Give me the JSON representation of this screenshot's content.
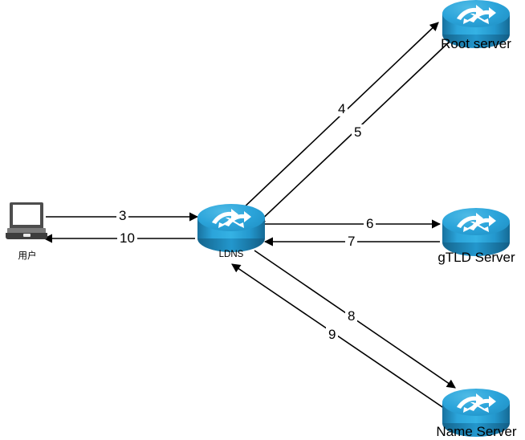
{
  "diagram": {
    "title": "DNS iterative resolution flow",
    "background_color": "#ffffff",
    "router_color": "#2ba4da",
    "line_color": "#000000",
    "text_color": "#000000"
  },
  "nodes": [
    {
      "id": "user",
      "label": "用户",
      "icon": "laptop-icon",
      "label_style": "small"
    },
    {
      "id": "ldns",
      "label": "LDNS",
      "icon": "router-icon",
      "label_style": "small"
    },
    {
      "id": "root",
      "label": "Root server",
      "icon": "router-icon",
      "label_style": "big"
    },
    {
      "id": "gtld",
      "label": "gTLD Server",
      "icon": "router-icon",
      "label_style": "big"
    },
    {
      "id": "nameserver",
      "label": "Name Server",
      "icon": "router-icon",
      "label_style": "big"
    }
  ],
  "edges": [
    {
      "id": "e3",
      "label": "3",
      "from": "user",
      "to": "ldns",
      "direction": "forward"
    },
    {
      "id": "e10",
      "label": "10",
      "from": "ldns",
      "to": "user",
      "direction": "forward"
    },
    {
      "id": "e4",
      "label": "4",
      "from": "ldns",
      "to": "root",
      "direction": "forward"
    },
    {
      "id": "e5",
      "label": "5",
      "from": "root",
      "to": "ldns",
      "direction": "forward"
    },
    {
      "id": "e6",
      "label": "6",
      "from": "ldns",
      "to": "gtld",
      "direction": "forward"
    },
    {
      "id": "e7",
      "label": "7",
      "from": "gtld",
      "to": "ldns",
      "direction": "forward"
    },
    {
      "id": "e8",
      "label": "8",
      "from": "ldns",
      "to": "nameserver",
      "direction": "forward"
    },
    {
      "id": "e9",
      "label": "9",
      "from": "nameserver",
      "to": "ldns",
      "direction": "forward"
    }
  ]
}
